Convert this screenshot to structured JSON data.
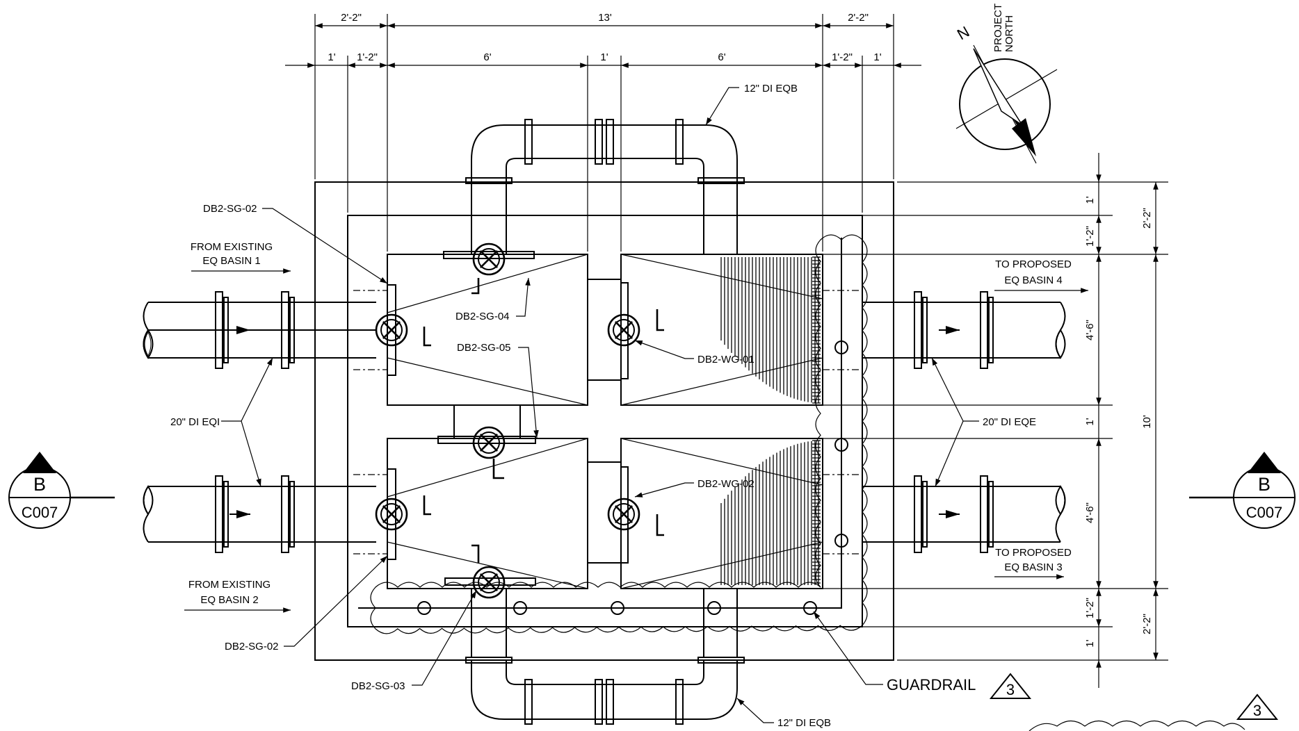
{
  "dimensions": {
    "top_overall": [
      "2'-2\"",
      "13'",
      "2'-2\""
    ],
    "top_detail": [
      "1'",
      "1'-2\"",
      "6'",
      "1'",
      "6'",
      "1'-2\"",
      "1'"
    ],
    "right_inner": [
      "1'",
      "1'-2\"",
      "4'-6\"",
      "1'",
      "4'-6\"",
      "1'-2\"",
      "1'"
    ],
    "right_outer": [
      "2'-2\"",
      "10'",
      "2'-2\""
    ]
  },
  "north_arrow": {
    "letter": "N",
    "label_line1": "PROJECT",
    "label_line2": "NORTH"
  },
  "section_markers": [
    {
      "letter": "B",
      "sheet": "C007"
    },
    {
      "letter": "B",
      "sheet": "C007"
    }
  ],
  "revision": "3",
  "labels": {
    "sg02_top": "DB2-SG-02",
    "sg02_bottom": "DB2-SG-02",
    "sg03": "DB2-SG-03",
    "sg04": "DB2-SG-04",
    "sg05": "DB2-SG-05",
    "wg01": "DB2-WG-01",
    "wg02": "DB2-WG-02",
    "eqb_top": "12\" DI EQB",
    "eqb_bottom": "12\" DI EQB",
    "eqi": "20\" DI EQI",
    "eqe": "20\" DI EQE",
    "from_basin1_l1": "FROM EXISTING",
    "from_basin1_l2": "EQ BASIN 1",
    "from_basin2_l1": "FROM EXISTING",
    "from_basin2_l2": "EQ BASIN 2",
    "to_basin4_l1": "TO PROPOSED",
    "to_basin4_l2": "EQ BASIN 4",
    "to_basin3_l1": "TO PROPOSED",
    "to_basin3_l2": "EQ BASIN 3",
    "guardrail": "GUARDRAIL"
  }
}
